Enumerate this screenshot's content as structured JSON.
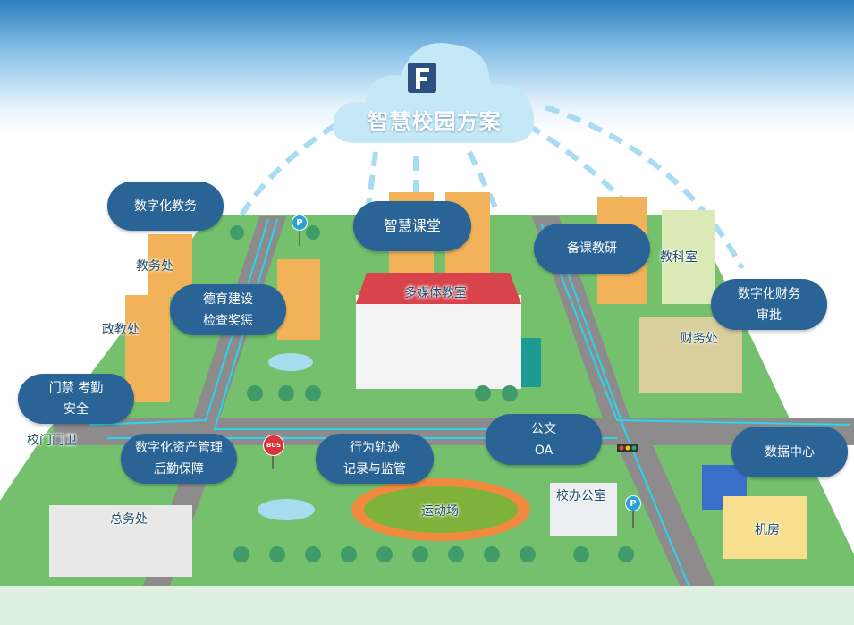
{
  "header": {
    "title": "智慧校园方案",
    "logo_icon": "f-logo-icon"
  },
  "colors": {
    "pill": "#2a6395",
    "ground": "#74c06d",
    "road": "#8a8a8a",
    "circuit": "#27d6f0"
  },
  "features": [
    {
      "lines": [
        "数字化教务"
      ]
    },
    {
      "lines": [
        "智慧课堂"
      ]
    },
    {
      "lines": [
        "备课教研"
      ]
    },
    {
      "lines": [
        "德育建设",
        "检查奖惩"
      ]
    },
    {
      "lines": [
        "数字化财务",
        "审批"
      ]
    },
    {
      "lines": [
        "门禁 考勤",
        "安全"
      ]
    },
    {
      "lines": [
        "公文",
        "OA"
      ]
    },
    {
      "lines": [
        "数据中心"
      ]
    },
    {
      "lines": [
        "数字化资产管理",
        "后勤保障"
      ]
    },
    {
      "lines": [
        "行为轨迹",
        "记录与监管"
      ]
    }
  ],
  "places": [
    "教务处",
    "政教处",
    "多媒体教室",
    "教科室",
    "财务处",
    "校门门卫",
    "总务处",
    "运动场",
    "校办公室",
    "机房"
  ],
  "signs": {
    "bus": "BUS",
    "parking": "P"
  }
}
